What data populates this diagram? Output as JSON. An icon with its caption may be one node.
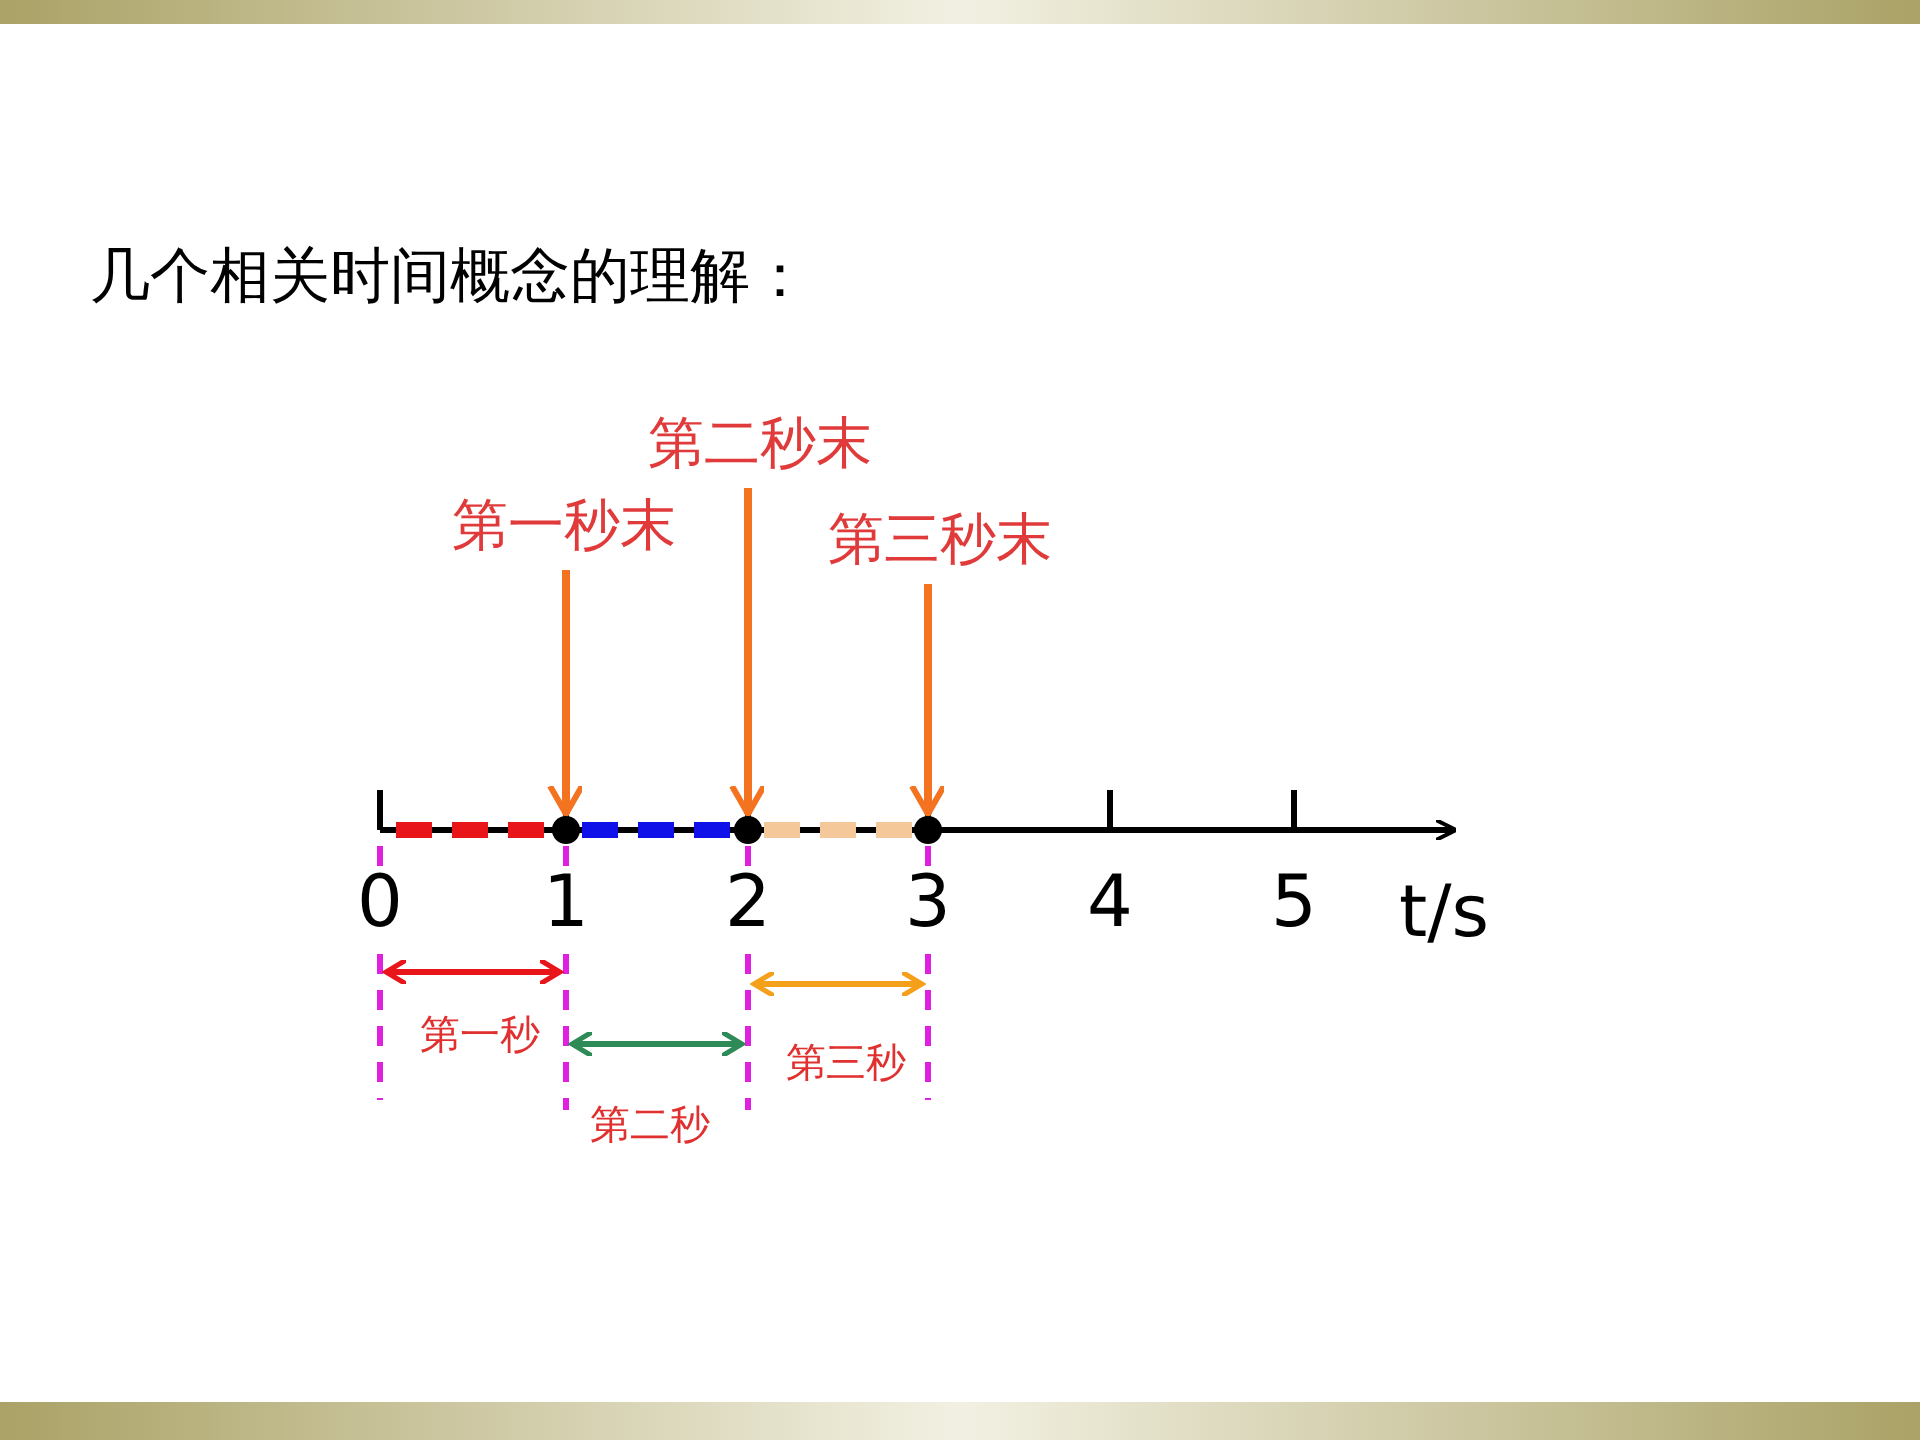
{
  "diagram": {
    "title": "几个相关时间概念的理解：",
    "nodes": [
      {
        "text": [
          "第一秒末"
        ]
      },
      {
        "text": [
          "第二秒末"
        ]
      },
      {
        "text": [
          "第三秒末"
        ]
      },
      {
        "text": [],
        "shape": "circle"
      },
      {
        "text": [],
        "shape": "circle"
      },
      {
        "text": [],
        "shape": "circle"
      }
    ],
    "edges": [
      {
        "from": 0,
        "to": 3,
        "arrow": "to",
        "color": "#f47320"
      },
      {
        "from": 1,
        "to": 4,
        "arrow": "to",
        "color": "#f47320"
      },
      {
        "from": 2,
        "to": 5,
        "arrow": "to",
        "color": "#f47320"
      }
    ],
    "labels": [
      "0",
      "1",
      "2",
      "3",
      "4",
      "5",
      "t/s",
      "第一秒",
      "第二秒",
      "第三秒"
    ]
  }
}
